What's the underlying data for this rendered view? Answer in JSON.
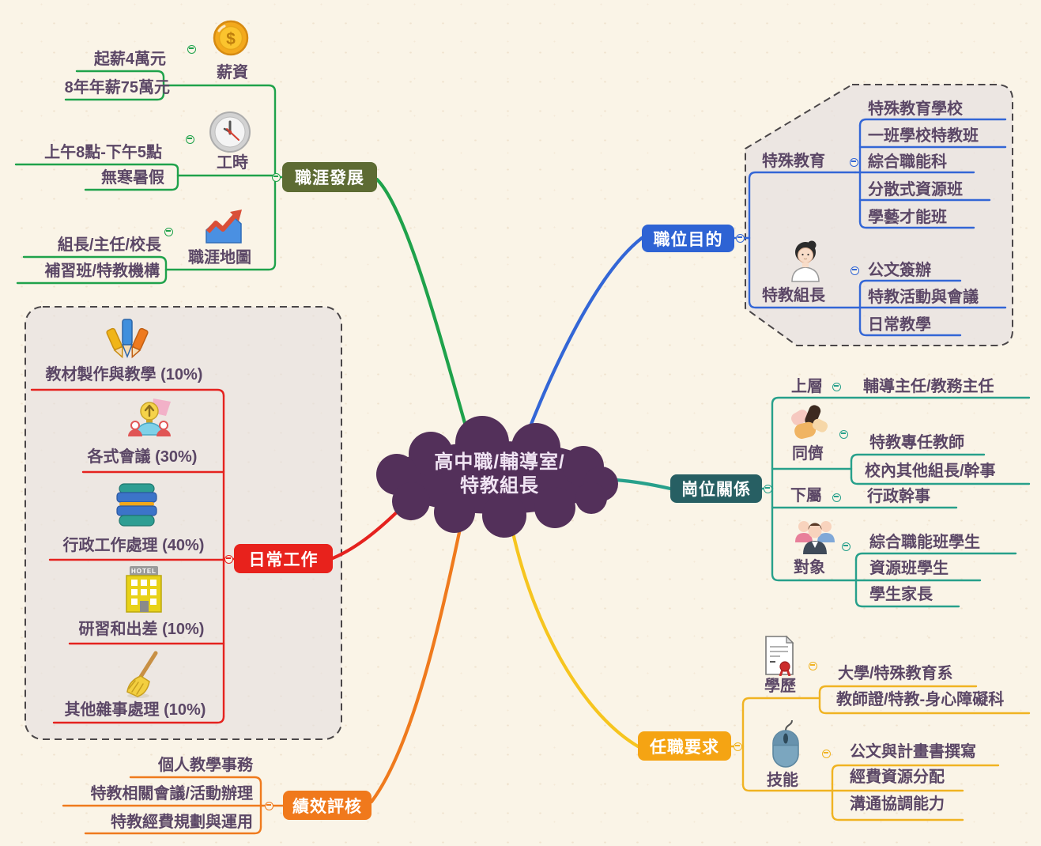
{
  "root": {
    "line1": "高中職/輔導室/",
    "line2": "特教組長"
  },
  "colors": {
    "background": "#faf4e7",
    "cloud": "#53305a",
    "career_node": "#5d6b33",
    "career_line": "#1fa24b",
    "purpose_node": "#2e63d4",
    "purpose_line": "#3366d6",
    "relations_node": "#275f63",
    "relations_line": "#27a08b",
    "daily_node": "#e8221c",
    "daily_line": "#e5221e",
    "evaluation_node": "#f0791c",
    "evaluation_line": "#ef7a1d",
    "requirements_node": "#f5a413",
    "requirements_line": "#f0b322",
    "topic_text": "#5b4766",
    "boundary_fill": "#e7e1e2"
  },
  "career": {
    "node": "職涯發展",
    "salary": {
      "label": "薪資",
      "items": [
        "起薪4萬元",
        "8年年薪75萬元"
      ]
    },
    "hours": {
      "label": "工時",
      "items": [
        "上午8點-下午5點",
        "無寒暑假"
      ]
    },
    "map": {
      "label": "職涯地圖",
      "items": [
        "組長/主任/校長",
        "補習班/特教機構"
      ]
    }
  },
  "purpose": {
    "node": "職位目的",
    "special_education": {
      "label": "特殊教育",
      "items": [
        "特殊教育學校",
        "一班學校特教班",
        "綜合職能科",
        "分散式資源班",
        "學藝才能班"
      ]
    },
    "sped_leader": {
      "label": "特教組長",
      "items": [
        "公文簽辦",
        "特教活動與會議",
        "日常教學"
      ]
    }
  },
  "relations": {
    "node": "崗位關係",
    "upper": {
      "label": "上層",
      "items": [
        "輔導主任/教務主任"
      ]
    },
    "peers": {
      "label": "同儕",
      "items": [
        "特教專任教師",
        "校內其他組長/幹事"
      ]
    },
    "subordinate": {
      "label": "下屬",
      "items": [
        "行政幹事"
      ]
    },
    "audience": {
      "label": "對象",
      "items": [
        "綜合職能班學生",
        "資源班學生",
        "學生家長"
      ]
    }
  },
  "daily": {
    "node": "日常工作",
    "items": [
      "教材製作與教學 (10%)",
      "各式會議 (30%)",
      "行政工作處理 (40%)",
      "研習和出差 (10%)",
      "其他雜事處理 (10%)"
    ]
  },
  "evaluation": {
    "node": "績效評核",
    "items": [
      "個人教學事務",
      "特教相關會議/活動辦理",
      "特教經費規劃與運用"
    ]
  },
  "requirements": {
    "node": "任職要求",
    "education": {
      "label": "學歷",
      "items": [
        "大學/特殊教育系",
        "教師證/特教-身心障礙科"
      ]
    },
    "skills": {
      "label": "技能",
      "items": [
        "公文與計畫書撰寫",
        "經費資源分配",
        "溝通協調能力"
      ]
    }
  },
  "icons": {
    "coin_symbol": "$",
    "hotel_sign": "HOTEL"
  }
}
